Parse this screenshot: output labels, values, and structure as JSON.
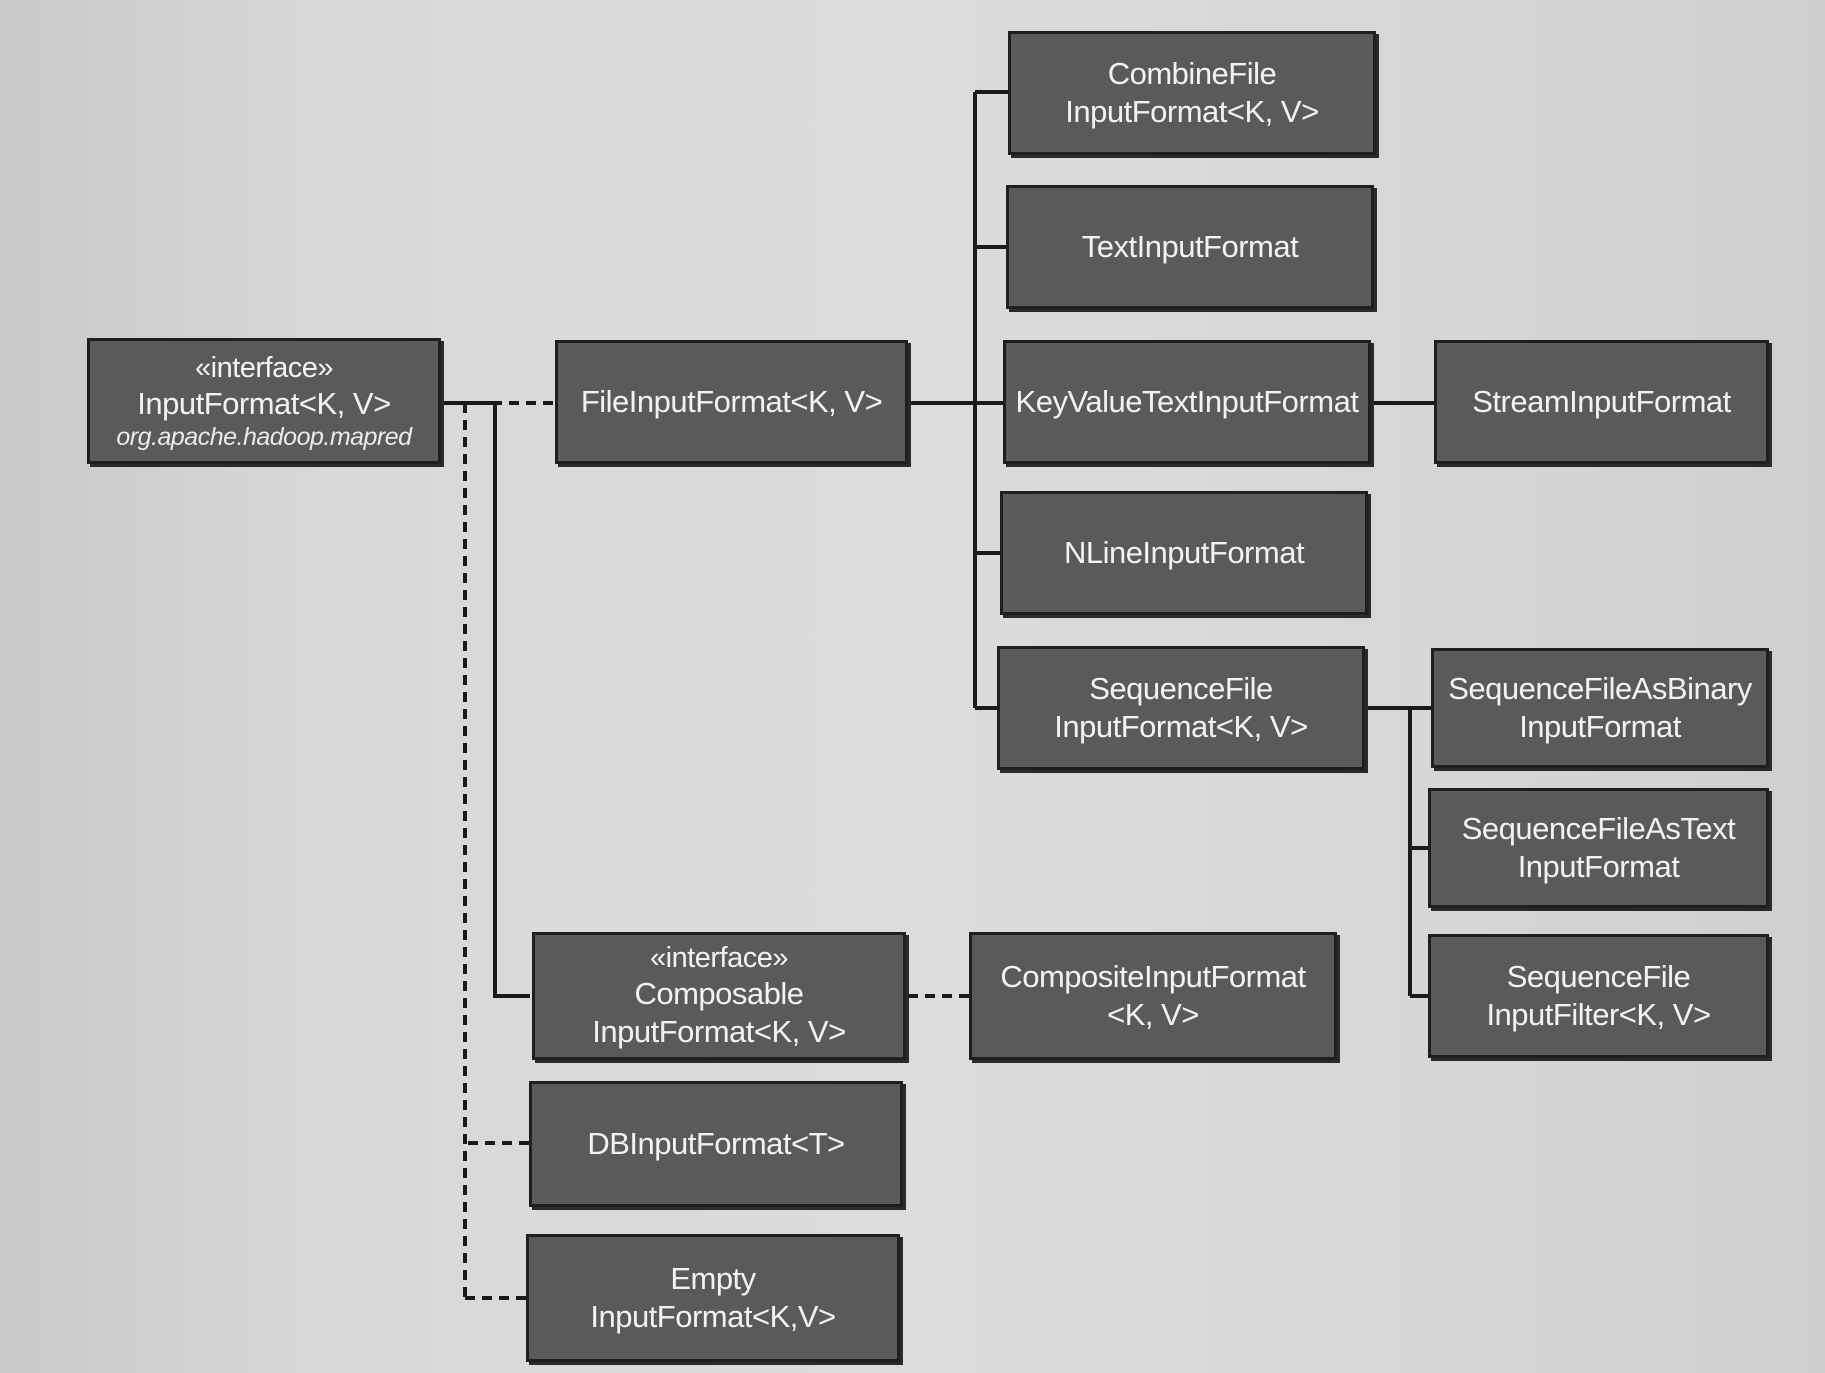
{
  "nodes": {
    "input_format": {
      "stereotype": "«interface»",
      "name": "InputFormat<K, V>",
      "package": "org.apache.hadoop.mapred"
    },
    "file_input_format": {
      "name": "FileInputFormat<K, V>"
    },
    "combine_file_input_format": {
      "line1": "CombineFile",
      "line2": "InputFormat<K, V>"
    },
    "text_input_format": {
      "name": "TextInputFormat"
    },
    "key_value_text_input_format": {
      "name": "KeyValueTextInputFormat"
    },
    "stream_input_format": {
      "name": "StreamInputFormat"
    },
    "nline_input_format": {
      "name": "NLineInputFormat"
    },
    "sequence_file_input_format": {
      "line1": "SequenceFile",
      "line2": "InputFormat<K, V>"
    },
    "sequence_file_as_binary_input_format": {
      "line1": "SequenceFileAsBinary",
      "line2": "InputFormat"
    },
    "sequence_file_as_text_input_format": {
      "line1": "SequenceFileAsText",
      "line2": "InputFormat"
    },
    "sequence_file_input_filter": {
      "line1": "SequenceFile",
      "line2": "InputFilter<K, V>"
    },
    "composable_input_format": {
      "stereotype": "«interface»",
      "line1": "Composable",
      "line2": "InputFormat<K, V>"
    },
    "composite_input_format": {
      "line1": "CompositeInputFormat",
      "line2": "<K, V>"
    },
    "db_input_format": {
      "name": "DBInputFormat<T>"
    },
    "empty_input_format": {
      "line1": "Empty",
      "line2": "InputFormat<K,V>"
    }
  },
  "colors": {
    "box_fill": "#5a5a5a",
    "box_border": "#1f1f1f",
    "box_text": "#f2f2f2",
    "connector": "#1a1a1a",
    "background": "#d6d6d6"
  }
}
